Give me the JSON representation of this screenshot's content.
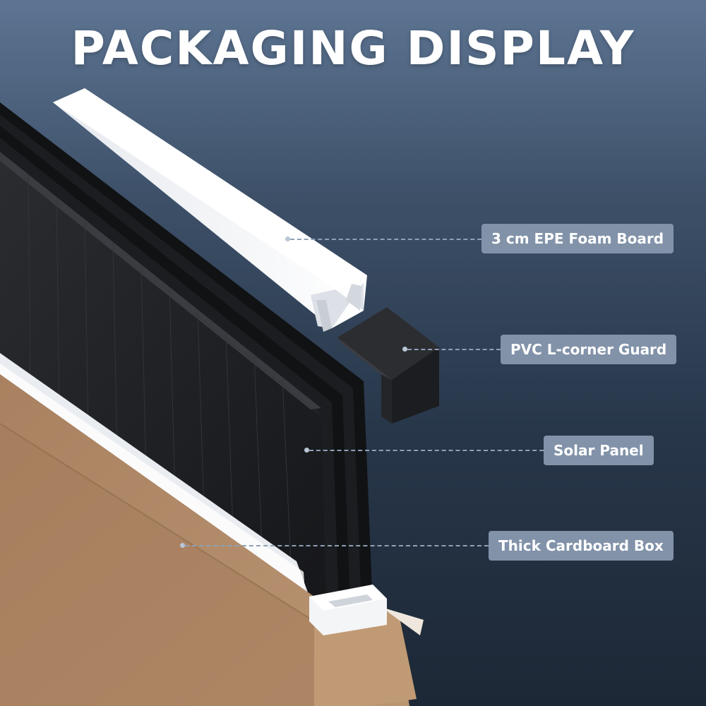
{
  "title": "PACKAGING DISPLAY",
  "callouts": [
    {
      "label": "3 cm EPE Foam Board"
    },
    {
      "label": "PVC L-corner Guard"
    },
    {
      "label": "Solar Panel"
    },
    {
      "label": "Thick Cardboard Box"
    }
  ],
  "colors": {
    "label_bg": "#8192a9",
    "leader": "#8fa0b6",
    "cardboard": "#b18a63",
    "panel": "#1e1f22",
    "foam": "#f2f3f5"
  }
}
